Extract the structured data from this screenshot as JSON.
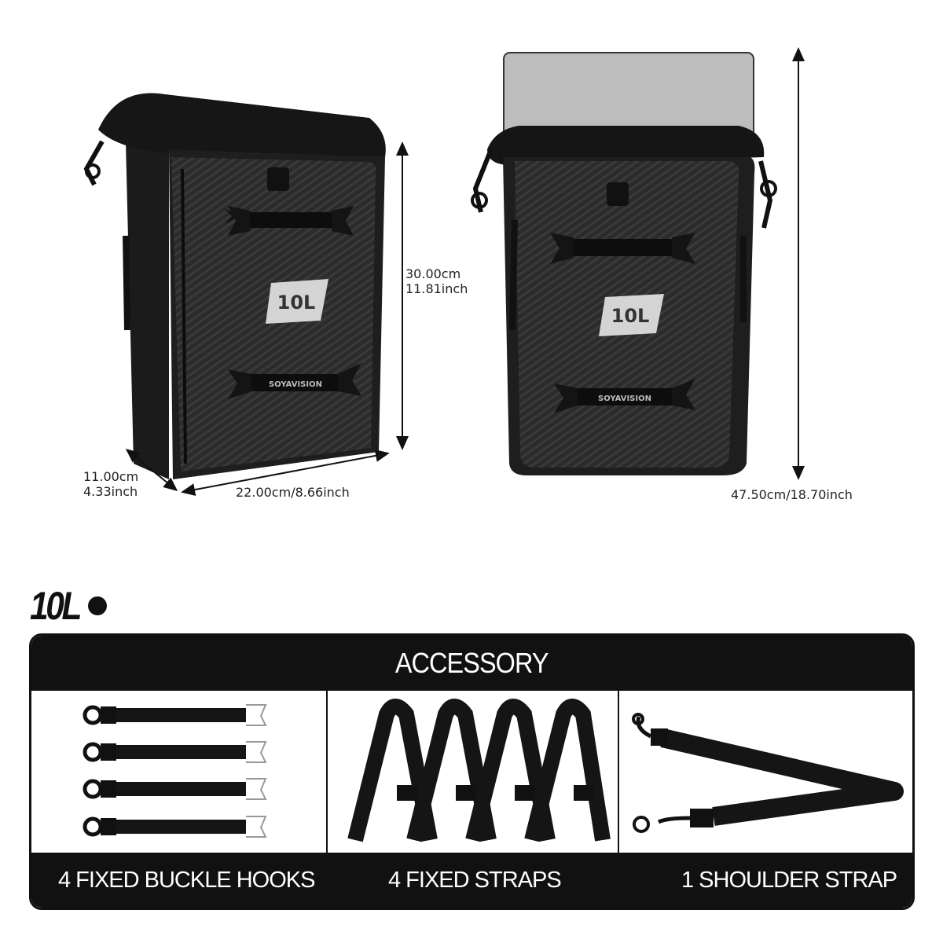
{
  "dimensions": {
    "height_cm": "30.00cm",
    "height_inch": "11.81inch",
    "depth_cm": "11.00cm",
    "depth_inch": "4.33inch",
    "width": "22.00cm/8.66inch",
    "extended_height": "47.50cm/18.70inch"
  },
  "bag_badge": "10L",
  "bag_brand": "SOYAVISION",
  "capacity_heading": "10L",
  "accessory": {
    "title": "ACCESSORY",
    "items": [
      {
        "label": "4 FIXED BUCKLE HOOKS",
        "icon": "buckle-hook-strap-icon"
      },
      {
        "label": "4 FIXED STRAPS",
        "icon": "fixed-strap-icon"
      },
      {
        "label": "1 SHOULDER STRAP",
        "icon": "shoulder-strap-icon"
      }
    ]
  },
  "colors": {
    "bag": "#2a2a2a",
    "bag_dark": "#151515",
    "badge": "#d4d4d4",
    "header": "#111111"
  }
}
